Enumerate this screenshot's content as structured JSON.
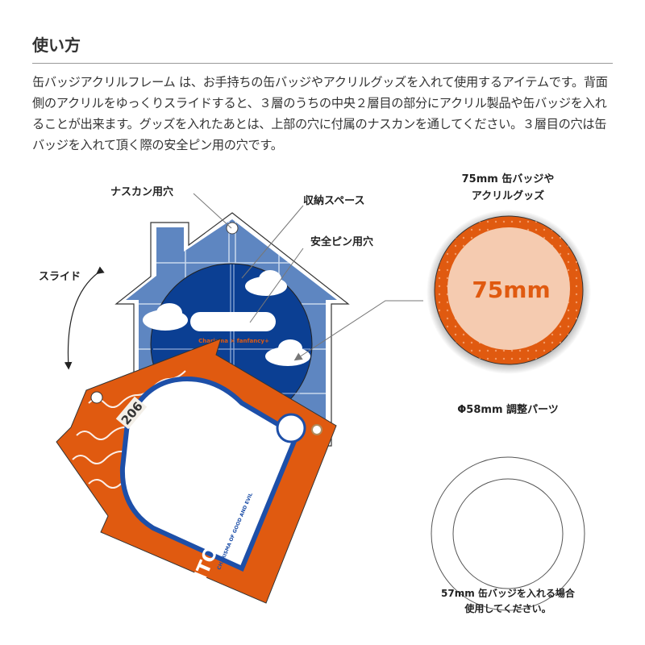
{
  "heading": "使い方",
  "description": "缶バッジアクリルフレーム は、お手持ちの缶バッジやアクリルグッズを入れて使用するアイテムです。背面側のアクリルをゆっくりスライドすると、３層のうちの中央２層目の部分にアクリル製品や缶バッジを入れることが出来ます。グッズを入れたあとは、上部の穴に付属のナスカンを通してください。３層目の穴は缶バッジを入れて頂く際の安全ピン用の穴です。",
  "diagram": {
    "labels": {
      "clasp_hole": "ナスカン用穴",
      "storage_space": "収納スペース",
      "safety_pin_hole": "安全ピン用穴",
      "slide": "スライド"
    },
    "product_print": {
      "brand": "Charisma × fanfancy+",
      "number": "206",
      "name": "ITO FUMIYA",
      "tagline": "CHARISMA OF GOOD AND EVIL"
    }
  },
  "badge": {
    "caption_line1": "75mm 缶バッジや",
    "caption_line2": "アクリルグッズ",
    "size_label": "75mm",
    "color": "#E05A10",
    "face_color": "#F5CBB0"
  },
  "adapter": {
    "caption": "Φ58mm 調整パーツ",
    "note_line1": "57mm 缶バッジを入れる場合",
    "note_line2": "使用してください。"
  },
  "colors": {
    "house_blue": "#5E86C1",
    "circle_navy": "#0B3F93",
    "frame_orange": "#E05A10"
  }
}
